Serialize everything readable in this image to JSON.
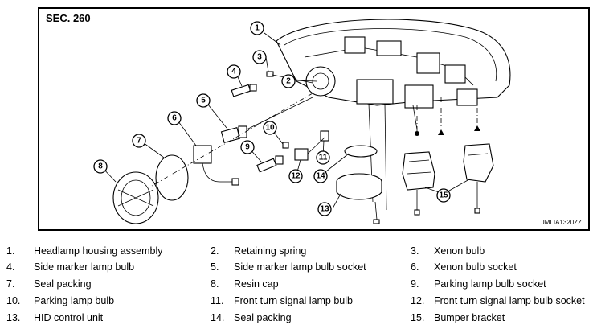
{
  "diagram": {
    "section_title": "SEC. 260",
    "figure_id": "JMLIA1320ZZ",
    "callouts": [
      "1",
      "2",
      "3",
      "4",
      "5",
      "6",
      "7",
      "8",
      "9",
      "10",
      "11",
      "12",
      "13",
      "14",
      "15"
    ]
  },
  "legend": [
    {
      "num": "1.",
      "label": "Headlamp housing assembly"
    },
    {
      "num": "2.",
      "label": "Retaining spring"
    },
    {
      "num": "3.",
      "label": "Xenon bulb"
    },
    {
      "num": "4.",
      "label": "Side marker lamp bulb"
    },
    {
      "num": "5.",
      "label": "Side marker lamp bulb socket"
    },
    {
      "num": "6.",
      "label": "Xenon bulb socket"
    },
    {
      "num": "7.",
      "label": "Seal packing"
    },
    {
      "num": "8.",
      "label": "Resin cap"
    },
    {
      "num": "9.",
      "label": "Parking lamp bulb socket"
    },
    {
      "num": "10.",
      "label": "Parking lamp bulb"
    },
    {
      "num": "11.",
      "label": "Front turn signal lamp bulb"
    },
    {
      "num": "12.",
      "label": "Front turn signal lamp bulb socket"
    },
    {
      "num": "13.",
      "label": "HID control unit"
    },
    {
      "num": "14.",
      "label": "Seal packing"
    },
    {
      "num": "15.",
      "label": "Bumper bracket"
    }
  ]
}
